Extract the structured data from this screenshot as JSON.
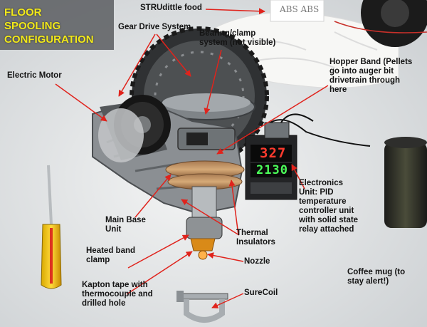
{
  "title": "FLOOR\nSPOOLING\nCONFIGURATION",
  "display": {
    "process_value": "327",
    "set_value": "2130"
  },
  "bag_text": "ABS  ABS",
  "labels": {
    "strudittle_food": "STRUdittle food",
    "gear_drive_system": "Gear Drive System",
    "bearing_clamp": "Bearing/clamp\nsystem (not visible)",
    "electric_motor": "Electric Motor",
    "hopper_band": "Hopper Band (Pellets\ngo into auger bit\ndrivetrain through\nhere",
    "electronics_unit": "Electronics\nUnit: PID\ntemperature\ncontroller unit\nwith solid state\nrelay attached",
    "main_base_unit": "Main Base\nUnit",
    "thermal_insulators": "Thermal\nInsulators",
    "heated_band_clamp": "Heated band\nclamp",
    "nozzle": "Nozzle",
    "kapton_tape": "Kapton tape with\nthermocouple and\ndrilled hole",
    "surecoil": "SureCoil",
    "coffee_mug": "Coffee mug (to\nstay alert!)"
  },
  "colors": {
    "background": "#e9ebec",
    "title": "#f2e91a",
    "arrows": "#e0231c",
    "display_red": "#ff3b2e",
    "display_green": "#4cff5a"
  }
}
